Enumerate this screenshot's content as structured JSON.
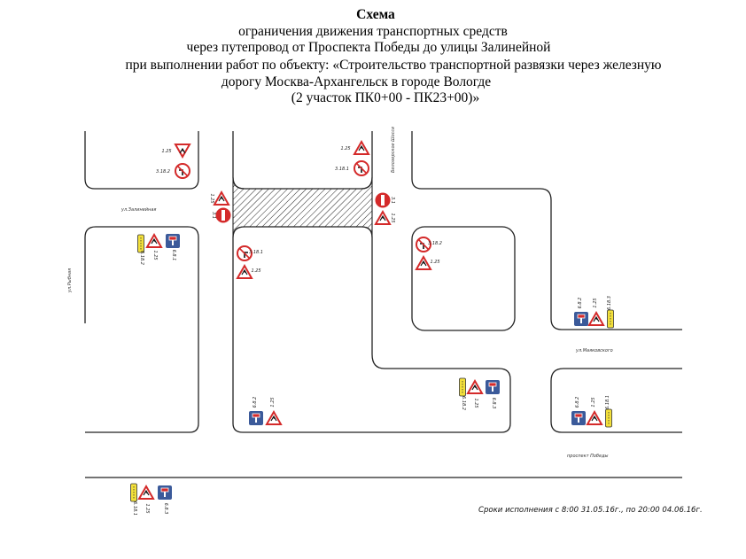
{
  "header": {
    "title": "Схема",
    "lines": [
      "ограничения движения транспортных средств",
      "через путепровод от Проспекта Победы до улицы Залинейной",
      "при выполнении работ по объекту: «Строительство транспортной развязки через железную",
      "дорогу Москва-Архангельск в городе Вологде",
      "(2 участок ПК0+00 - ПК23+00)»"
    ]
  },
  "streets": {
    "zalineynaya": "ул.Залинейная",
    "rybnaya": "ул.Рыбная",
    "belozerskoe": "Белозерское Шоссе",
    "mayakovskogo": "ул.Маяковского",
    "pobedy": "проспект Победы"
  },
  "signs": [
    {
      "id": "s1",
      "type": "give-way",
      "code": "1.25"
    },
    {
      "id": "s2",
      "type": "no-left-turn",
      "code": "3.18.2"
    },
    {
      "id": "s3",
      "type": "roadworks",
      "code": "1.25"
    },
    {
      "id": "s4",
      "type": "no-entry",
      "code": "3.1"
    },
    {
      "id": "s5",
      "type": "detour-plate",
      "code": "6.18.2"
    },
    {
      "id": "s6",
      "type": "roadworks",
      "code": "1.25"
    },
    {
      "id": "s7",
      "type": "dead-end",
      "code": "6.8.1"
    },
    {
      "id": "s8",
      "type": "no-right-turn",
      "code": "3.18.1"
    },
    {
      "id": "s9",
      "type": "roadworks",
      "code": "1.25"
    },
    {
      "id": "s10",
      "type": "roadworks",
      "code": "1.25"
    },
    {
      "id": "s11",
      "type": "no-left-turn",
      "code": "3.18.1"
    },
    {
      "id": "s12",
      "type": "no-entry",
      "code": "3.1"
    },
    {
      "id": "s13",
      "type": "roadworks",
      "code": "1.25"
    },
    {
      "id": "s14",
      "type": "no-left-turn",
      "code": "3.18.2"
    },
    {
      "id": "s15",
      "type": "roadworks",
      "code": "1.25"
    },
    {
      "id": "s16",
      "type": "dead-end",
      "code": "6.8.2"
    },
    {
      "id": "s17",
      "type": "roadworks",
      "code": "1.25"
    },
    {
      "id": "s18",
      "type": "detour-plate",
      "code": "6.18.3"
    },
    {
      "id": "s19",
      "type": "detour-plate",
      "code": "6.18.2"
    },
    {
      "id": "s20",
      "type": "roadworks",
      "code": "1.25"
    },
    {
      "id": "s21",
      "type": "dead-end",
      "code": "6.8.3"
    },
    {
      "id": "s22",
      "type": "dead-end",
      "code": "6.8.2"
    },
    {
      "id": "s23",
      "type": "roadworks",
      "code": "1.25"
    },
    {
      "id": "s24",
      "type": "dead-end",
      "code": "6.8.2"
    },
    {
      "id": "s25",
      "type": "roadworks",
      "code": "1.25"
    },
    {
      "id": "s26",
      "type": "detour-plate",
      "code": "6.18.1"
    },
    {
      "id": "s27",
      "type": "detour-plate",
      "code": "6.18.1"
    },
    {
      "id": "s28",
      "type": "roadworks",
      "code": "1.25"
    },
    {
      "id": "s29",
      "type": "dead-end",
      "code": "6.8.3"
    }
  ],
  "footer": {
    "deadline": "Сроки исполнения с 8:00 31.05.16г., по 20:00 04.06.16г."
  },
  "colors": {
    "sign_red": "#d42a2a",
    "sign_blue": "#3b5a9a",
    "plate_yellow": "#f3e03a",
    "road_line": "#222222"
  }
}
